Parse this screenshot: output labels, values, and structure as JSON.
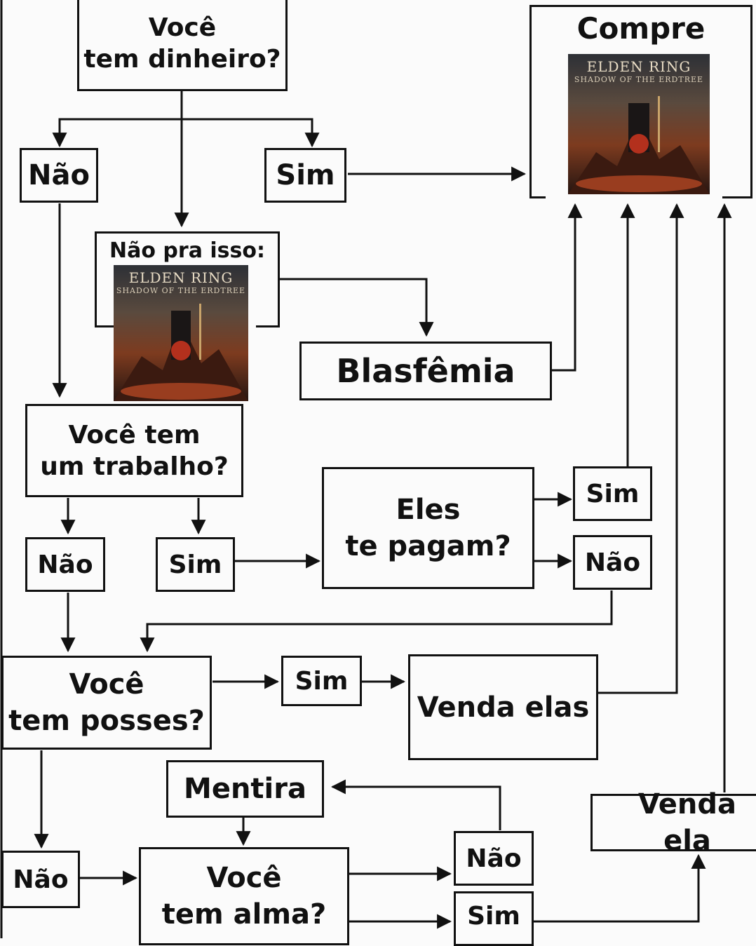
{
  "nodes": {
    "tem_dinheiro": "Você\ntem dinheiro?",
    "compre": "Compre",
    "nao_1": "Não",
    "sim_1": "Sim",
    "nao_pra_isso": "Não pra isso:",
    "blasfemia": "Blasfêmia",
    "tem_trabalho": "Você tem\num trabalho?",
    "nao_2": "Não",
    "sim_2": "Sim",
    "te_pagam": "Eles\nte pagam?",
    "sim_3": "Sim",
    "nao_3": "Não",
    "tem_posses": "Você\ntem posses?",
    "sim_4": "Sim",
    "venda_elas": "Venda elas",
    "mentira": "Mentira",
    "venda_ela": "Venda ela",
    "nao_4": "Não",
    "tem_alma": "Você\ntem alma?",
    "nao_5": "Não",
    "sim_5": "Sim"
  },
  "cover": {
    "title": "ELDEN RING",
    "subtitle": "SHADOW OF THE ERDTREE"
  },
  "colors": {
    "line": "#111111",
    "background": "#fbfbfb"
  }
}
